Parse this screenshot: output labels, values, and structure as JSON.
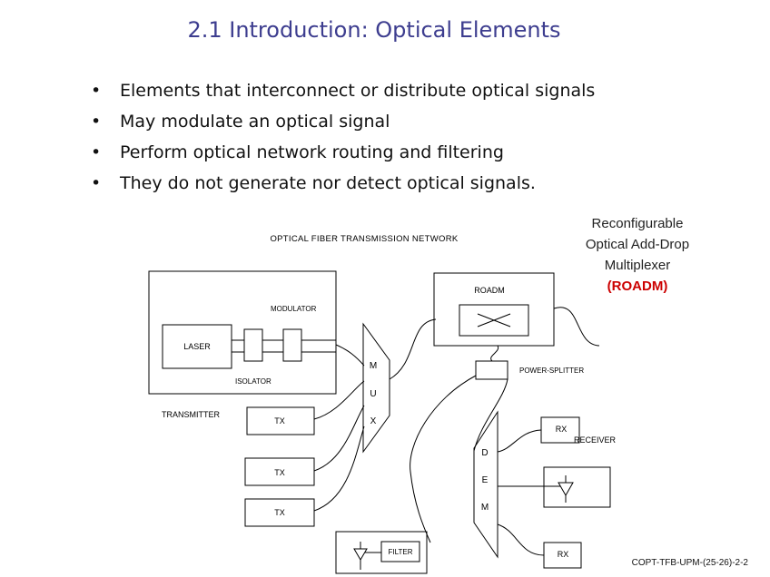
{
  "slide": {
    "title": "2.1 Introduction: Optical Elements",
    "bullets": [
      {
        "marker": "•",
        "text": "Elements that interconnect or distribute optical signals"
      },
      {
        "marker": "•",
        "text": "May modulate an optical signal"
      },
      {
        "marker": "•",
        "text": "Perform optical network routing and filtering"
      },
      {
        "marker": "•",
        "text": "They do not generate nor detect optical signals."
      }
    ],
    "footer": "COPT-TFB-UPM-(25-26)-2-2"
  },
  "diagram": {
    "network_title": "OPTICAL FIBER TRANSMISSION NETWORK",
    "roadm_caption": {
      "line1": "Reconfigurable",
      "line2": "Optical Add-Drop",
      "line3": "Multiplexer",
      "acronym": "(ROADM)",
      "acronym_color": "#cc0000"
    },
    "labels": {
      "modulator": "MODULATOR",
      "laser": "LASER",
      "isolator": "ISOLATOR",
      "transmitter": "TRANSMITTER",
      "tx": "TX",
      "mux": [
        "M",
        "U",
        "X"
      ],
      "roadm": "ROADM",
      "power_splitter": "POWER-SPLITTER",
      "dem": [
        "D",
        "E",
        "M"
      ],
      "rx": "RX",
      "receiver": "RECEIVER",
      "filter": "FILTER"
    }
  }
}
